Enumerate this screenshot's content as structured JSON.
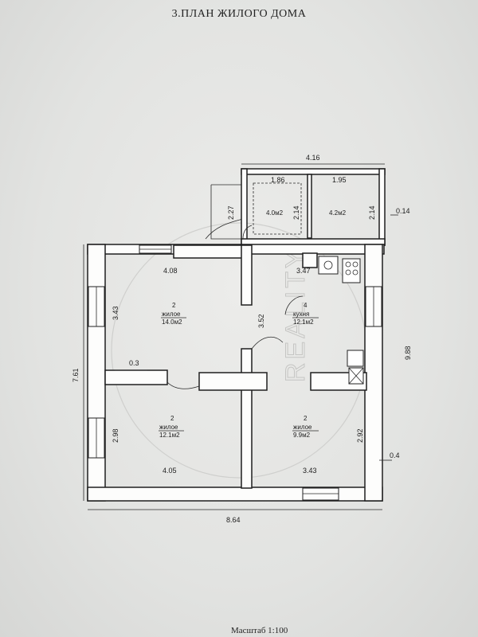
{
  "title": "3.ПЛАН ЖИЛОГО ДОМА",
  "scale": "Масштаб 1:100",
  "watermark": "REALITY",
  "dimensions": {
    "top_overall": "4.16",
    "hall_width": "1.86",
    "bath_width": "1.95",
    "hall_height": "2.14",
    "bath_height": "2.14",
    "porch_height": "2.27",
    "wall_offset_top": "0.14",
    "wall_offset_right": "0.4",
    "left_height": "7.61",
    "right_height": "9.88",
    "living1_width": "4.08",
    "living1_height": "3.43",
    "partition": "0.3",
    "living2_height": "2.98",
    "living2_width": "4.05",
    "central_wall": "3.52",
    "kitchen_width": "3.47",
    "living3_height": "2.92",
    "living3_width": "3.43",
    "bottom_overall": "8.64"
  },
  "rooms": {
    "hall_area": "4.0м2",
    "bath_area": "4.2м2",
    "living1_index": "2",
    "living1_name": "жилое",
    "living1_area": "14.0м2",
    "kitchen_index": "4",
    "kitchen_name": "кухня",
    "kitchen_area": "12.1м2",
    "living2_index": "2",
    "living2_name": "жилое",
    "living2_area": "12.1м2",
    "living3_index": "2",
    "living3_name": "жилое",
    "living3_area": "9.9м2"
  }
}
